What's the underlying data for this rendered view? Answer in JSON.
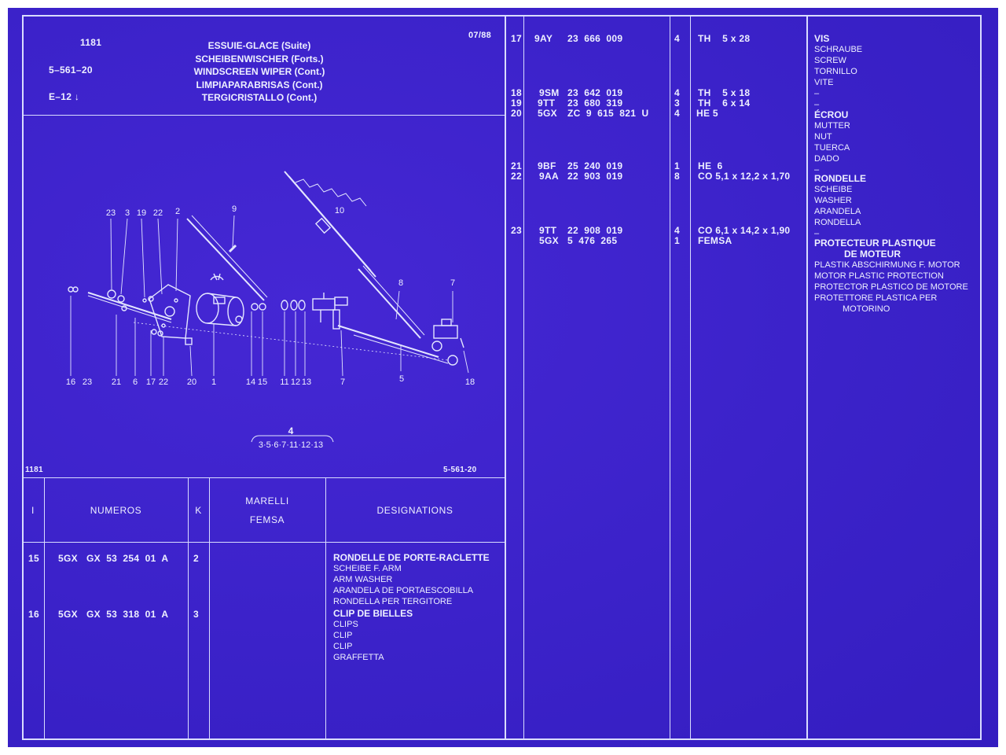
{
  "header": {
    "page_no": "1181",
    "ref": "5–561–20",
    "sub": "E–12",
    "date": "07/88",
    "titles": [
      "ESSUIE-GLACE (Suite)",
      "SCHEIBENWISCHER (Forts.)",
      "WINDSCREEN WIPER (Cont.)",
      "LIMPIAPARABRISAS (Cont.)",
      "TERGICRISTALLO (Cont.)"
    ]
  },
  "diagram": {
    "footer_left": "1181",
    "footer_right": "5-561-20",
    "callouts_top": [
      "23",
      "3",
      "19",
      "22",
      "2",
      "9",
      "10",
      "8",
      "7"
    ],
    "callouts_bottom": [
      "16",
      "23",
      "21",
      "6",
      "17",
      "22",
      "20",
      "1",
      "14",
      "15",
      "11",
      "12",
      "13",
      "7",
      "5",
      "18"
    ],
    "assembly_label": "4",
    "assembly_parts": "3·5·6·7·11·12·13"
  },
  "columns": {
    "i": "I",
    "numeros": "NUMEROS",
    "k": "K",
    "supplier_1": "MARELLI",
    "supplier_2": "FEMSA",
    "designations": "DESIGNATIONS"
  },
  "left_rows": [
    {
      "idx": "15",
      "code": "5GX",
      "number": "GX  53  254  01  A",
      "qty": "2",
      "desig": [
        "RONDELLE DE PORTE-RACLETTE",
        "SCHEIBE F. ARM",
        "ARM WASHER",
        "ARANDELA DE PORTAESCOBILLA",
        "RONDELLA PER TERGITORE"
      ]
    },
    {
      "idx": "16",
      "code": "5GX",
      "number": "GX  53  318  01  A",
      "qty": "3",
      "desig": [
        "CLIP DE BIELLES",
        "CLIPS",
        "CLIP",
        "CLIP",
        "GRAFFETTA"
      ]
    }
  ],
  "right_rows": [
    {
      "idx": "17",
      "code": "9AY",
      "number": "23  666  009",
      "qty": "4",
      "spec": "TH    5 x 28"
    },
    {
      "idx": "18",
      "code": "9SM",
      "number": "23  642  019",
      "qty": "4",
      "spec": "TH    5 x 18"
    },
    {
      "idx": "19",
      "code": "9TT",
      "number": "23  680  319",
      "qty": "3",
      "spec": "TH    6 x 14"
    },
    {
      "idx": "20",
      "code": "5GX",
      "number": "ZC  9  615  821  U",
      "qty": "4",
      "spec": "HE 5"
    },
    {
      "idx": "21",
      "code": "9BF",
      "number": "25  240  019",
      "qty": "1",
      "spec": "HE  6"
    },
    {
      "idx": "22",
      "code": "9AA",
      "number": "22  903  019",
      "qty": "8",
      "spec": "CO 5,1 x 12,2 x 1,70"
    },
    {
      "idx": "23",
      "code": "9TT",
      "number": "22  908  019",
      "qty": "4",
      "spec": "CO 6,1 x 14,2 x 1,90"
    },
    {
      "idx": "",
      "code": "5GX",
      "number": "5  476  265",
      "qty": "1",
      "spec": "FEMSA"
    }
  ],
  "right_desig": [
    [
      "VIS",
      "SCHRAUBE",
      "SCREW",
      "TORNILLO",
      "VITE",
      "–",
      "–"
    ],
    [
      "ÉCROU",
      "MUTTER",
      "NUT",
      "TUERCA",
      "DADO",
      "–"
    ],
    [
      "RONDELLE",
      "SCHEIBE",
      "WASHER",
      "ARANDELA",
      "RONDELLA",
      "–"
    ],
    [
      "PROTECTEUR PLASTIQUE",
      "DE MOTEUR",
      "PLASTIK ABSCHIRMUNG F. MOTOR",
      "MOTOR PLASTIC PROTECTION",
      "PROTECTOR PLASTICO DE MOTORE",
      "PROTETTORE PLASTICA PER",
      "MOTORINO"
    ]
  ]
}
